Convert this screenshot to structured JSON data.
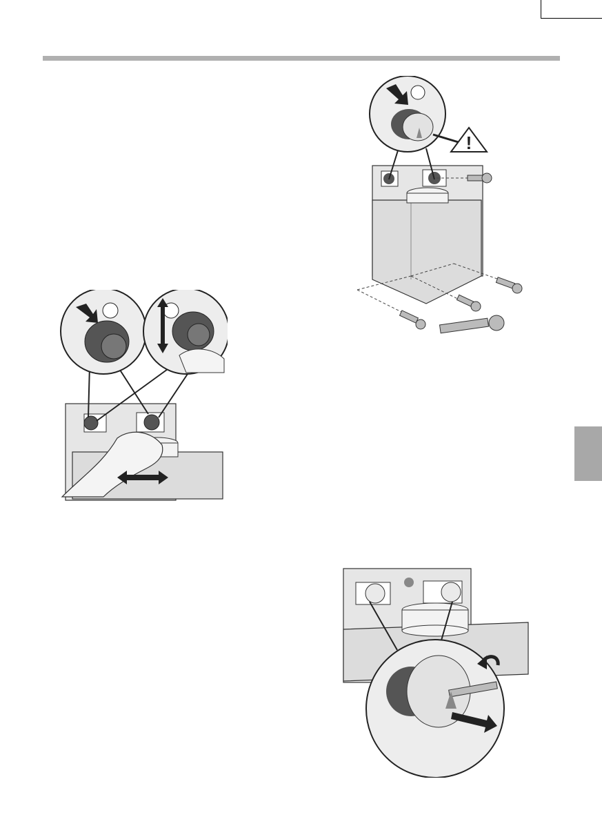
{
  "page": {
    "background": "#ffffff",
    "rule_color": "#b0b0b0",
    "tab_color": "#a8a8a8"
  },
  "figures": [
    {
      "name": "adapter-insertion-figure",
      "icons": [
        "down-arrow-icon",
        "up-down-arrow-icon",
        "left-right-arrow-icon"
      ]
    },
    {
      "name": "hood-mounting-figure",
      "icons": [
        "down-arrow-icon",
        "warning-triangle-icon"
      ]
    },
    {
      "name": "screw-fastening-figure",
      "icons": [
        "rotate-arrow-icon",
        "pull-arrow-icon"
      ]
    }
  ],
  "warning_symbol": "!"
}
